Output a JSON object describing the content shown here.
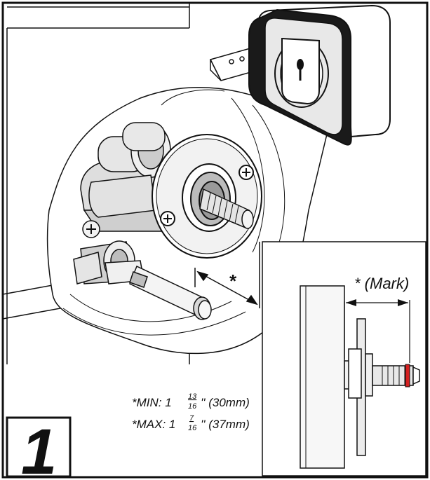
{
  "step": {
    "number": "1"
  },
  "inset": {
    "label": "* (Mark)"
  },
  "main_view": {
    "dimension_mark": "*"
  },
  "specs": [
    {
      "prefix": "*MIN: 1",
      "frac_num": "13",
      "frac_den": "16",
      "suffix": "'' (30mm)"
    },
    {
      "prefix": "*MAX: 1",
      "frac_num": "7",
      "frac_den": "16",
      "suffix": "'' (37mm)"
    }
  ],
  "colors": {
    "ink": "#111111",
    "paper": "#ffffff",
    "mark_red": "#d42020",
    "shade": "#d9d9d9"
  }
}
